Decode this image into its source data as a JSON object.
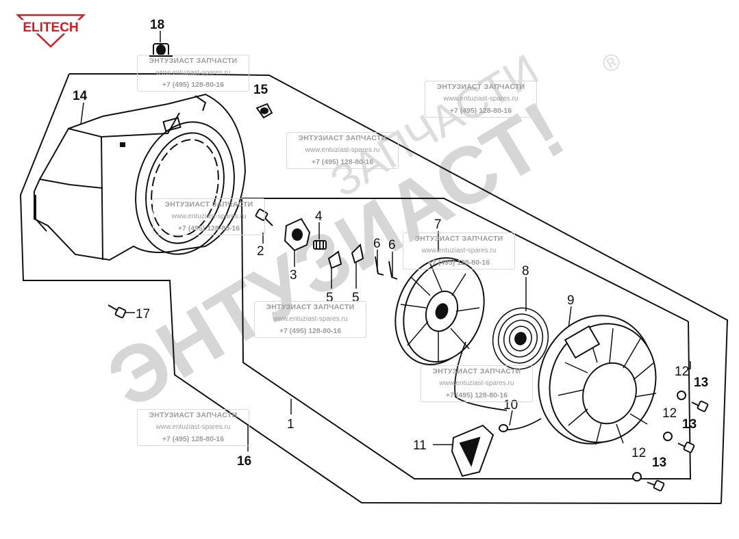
{
  "brand": {
    "name": "ELITECH",
    "color": "#d71920"
  },
  "watermark": {
    "big_text": "ЭНТУЗИАСТ!",
    "mid_text": "ЗАПЧАСТИ",
    "registered": "®",
    "box_title": "ЭНТУЗИАСТ ЗАПЧАСТИ",
    "box_url": "www.entuziast-spares.ru",
    "box_phone": "+7 (495) 128-80-16"
  },
  "parts": {
    "p1": "1",
    "p2": "2",
    "p3": "3",
    "p4": "4",
    "p5a": "5",
    "p5b": "5",
    "p6a": "6",
    "p6b": "6",
    "p7": "7",
    "p8": "8",
    "p9": "9",
    "p10": "10",
    "p11": "11",
    "p12a": "12",
    "p12b": "12",
    "p12c": "12",
    "p13a": "13",
    "p13b": "13",
    "p13c": "13",
    "p14": "14",
    "p15": "15",
    "p16": "16",
    "p17": "17",
    "p18": "18"
  }
}
